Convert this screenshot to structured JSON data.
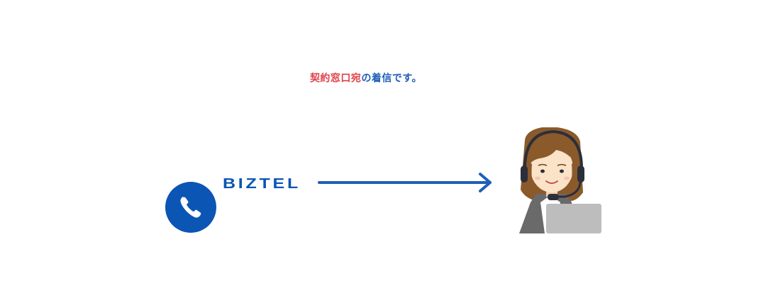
{
  "caption": {
    "part_red": "契約窓口宛",
    "part_blue": "の着信です。"
  },
  "brand": {
    "logo_text": "BIZTEL"
  },
  "colors": {
    "accent_red": "#e0444a",
    "brand_blue": "#0b55b4",
    "arrow_blue": "#1f5fb7",
    "hair_brown": "#8b5a2b",
    "skin": "#fbe3c8",
    "headset": "#2b2f3a",
    "desk_gray": "#bdbdbd",
    "body_gray": "#6a6a6a"
  },
  "icons": {
    "caller": "phone-handset-icon",
    "flow": "arrow-right-icon",
    "receiver": "operator-headset-icon"
  }
}
